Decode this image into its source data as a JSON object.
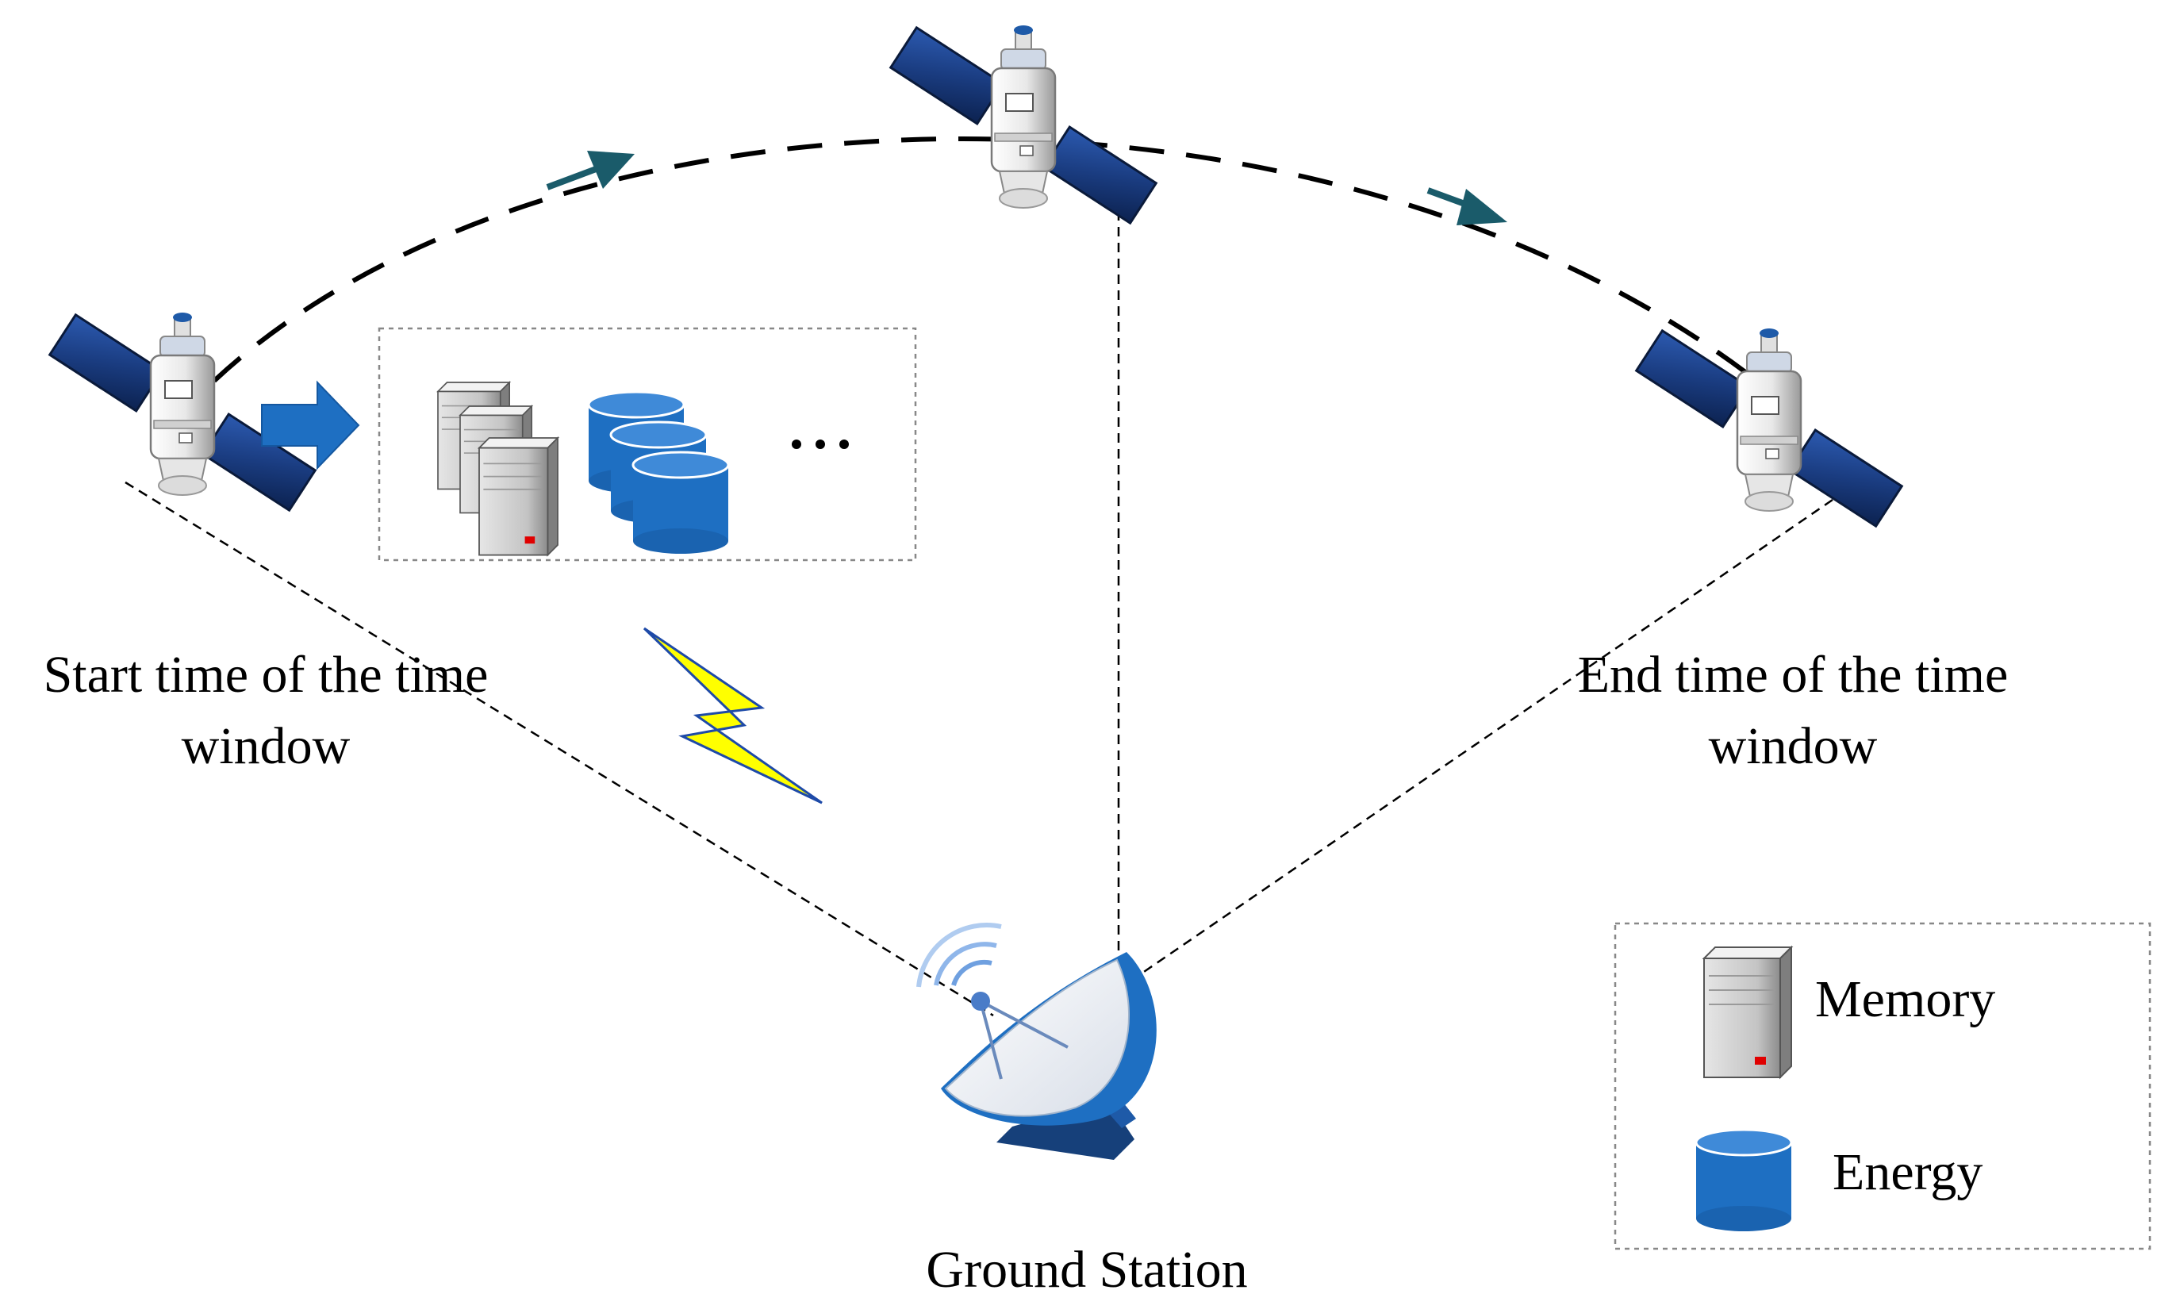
{
  "labels": {
    "start_line1": "Start time of the time",
    "start_line2": "window",
    "end_line1": "End time of the time",
    "end_line2": "window",
    "ground": "Ground Station",
    "ellipsis": "…"
  },
  "legend": [
    {
      "label": "Memory",
      "icon": "server-icon"
    },
    {
      "label": "Energy",
      "icon": "cylinder-icon"
    }
  ],
  "colors": {
    "panel_blue": "#1a3c80",
    "energy_blue": "#1e6fc2",
    "arrow_blue": "#1e6fc2",
    "orbit_arrow": "#1a5b6a",
    "server_gray": "#c8c8c8",
    "lightning_yellow": "#ffff00"
  }
}
